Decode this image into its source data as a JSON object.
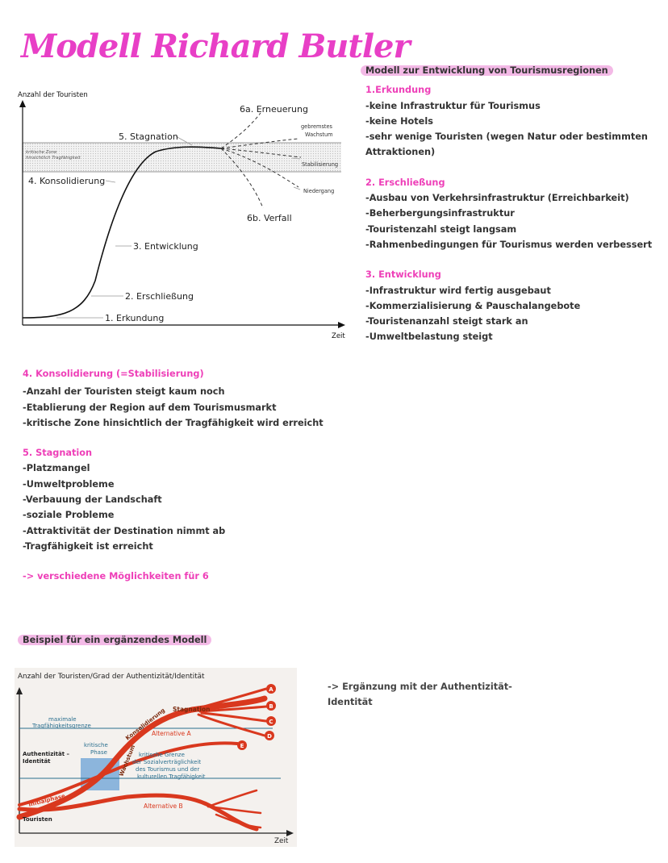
{
  "title": "Modell Richard Butler",
  "right_header": "Modell zur Entwicklung von Tourismusregionen",
  "sections_right": [
    {
      "heading": "1.Erkundung",
      "lines": [
        "-keine Infrastruktur für Tourismus",
        "-keine Hotels",
        "-sehr wenige Touristen (wegen Natur oder bestimmten",
        "Attraktionen)"
      ]
    },
    {
      "heading": "2. Erschließung",
      "lines": [
        "-Ausbau von Verkehrsinfrastruktur (Erreichbarkeit)",
        "-Beherbergungsinfrastruktur",
        "-Touristenzahl steigt langsam",
        "-Rahmenbedingungen für Tourismus werden verbessert"
      ]
    },
    {
      "heading": "3. Entwicklung",
      "lines": [
        "-Infrastruktur wird fertig ausgebaut",
        "-Kommerzialisierung & Pauschalangebote",
        "-Touristenanzahl steigt stark an",
        "-Umweltbelastung steigt"
      ]
    }
  ],
  "sections_left": [
    {
      "heading": "4. Konsolidierung (=Stabilisierung)",
      "lines": [
        "-Anzahl der Touristen steigt kaum noch",
        "-Etablierung der Region auf dem Tourismusmarkt",
        "-kritische Zone hinsichtlich der Tragfähigkeit wird erreicht"
      ]
    },
    {
      "heading": "5. Stagnation",
      "lines": [
        "-Platzmangel",
        "-Umweltprobleme",
        "-Verbauung der Landschaft",
        "-soziale Probleme",
        "-Attraktivität der Destination nimmt ab",
        "-Tragfähigkeit ist erreicht"
      ]
    }
  ],
  "options_note": "-> verschiedene Möglichkeiten für 6",
  "example_header": "Beispiel für ein ergänzendes Modell",
  "example_note": [
    "-> Ergänzung mit der Authentizität-",
    "Identität"
  ],
  "figure1": {
    "y_label": "Anzahl der Touristen",
    "x_label": "Zeit",
    "zone_label": [
      "kritische Zone",
      "hinsichtlich Tragfähigkeit"
    ],
    "stages": {
      "s1": "1. Erkundung",
      "s2": "2. Erschließung",
      "s3": "3. Entwicklung",
      "s4": "4. Konsolidierung",
      "s5": "5. Stagnation",
      "s6a": "6a. Erneuerung",
      "s6b": "6b. Verfall"
    },
    "branches": {
      "b1": [
        "gebremstes",
        "Wachstum"
      ],
      "b2": "Stabilisierung",
      "b3": "Niedergang"
    }
  },
  "figure2": {
    "header": "Anzahl der Touristen/Grad der Authentizität/Identität",
    "x_label": "Zeit",
    "labels": {
      "maximale": [
        "maximale",
        "Tragfähigkeitsgrenze"
      ],
      "authentizitaet": [
        "Authentizität –",
        "Identität"
      ],
      "kritische_phase": [
        "kritische",
        "Phase"
      ],
      "kritische_grenze": [
        "kritische Grenze",
        "der Sozialverträglichkeit",
        "des Tourismus und der",
        "kulturellen Tragfähigkeit"
      ],
      "initialphase": "Initialphase",
      "touristen": "Touristen",
      "wachstum": "Wachstum",
      "konsolidierung": "Konsolidierung",
      "stagnation": "Stagnation",
      "alt_a": "Alternative A",
      "alt_b": "Alternative B"
    },
    "letters": [
      "A",
      "B",
      "C",
      "D",
      "E"
    ],
    "colors": {
      "curve": "#d9381e",
      "phase": "#6aa0d6",
      "line": "#2a6f8f"
    }
  }
}
